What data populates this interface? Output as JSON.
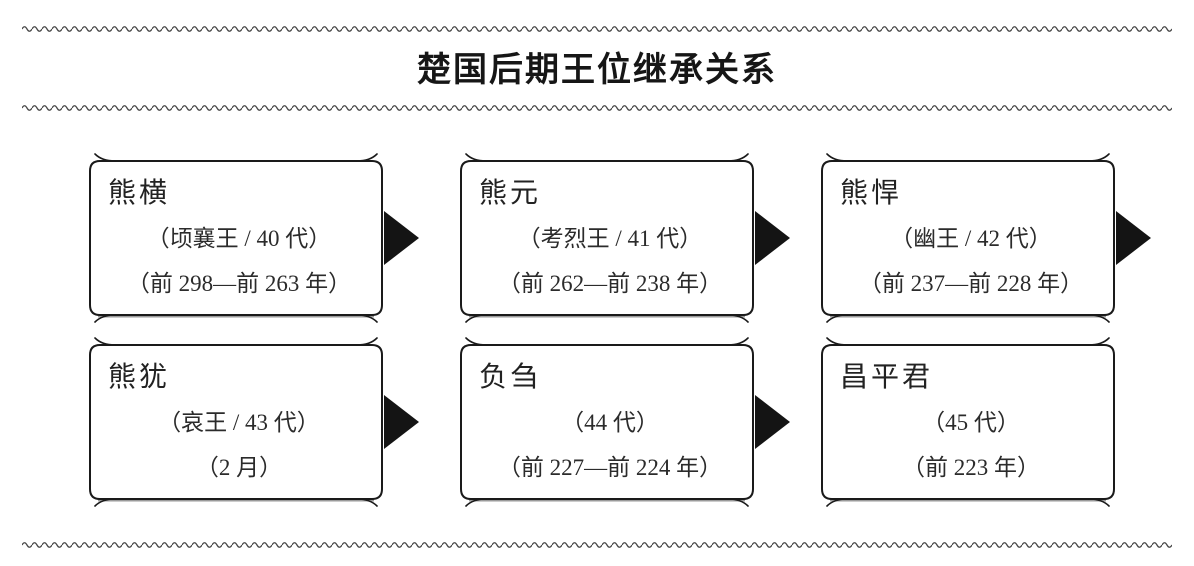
{
  "title": "楚国后期王位继承关系",
  "boxes": [
    {
      "name": "熊横",
      "title_line": "（顷襄王 / 40 代）",
      "dates_line": "（前 298—前 263 年）",
      "generation": 40,
      "has_arrow": true
    },
    {
      "name": "熊元",
      "title_line": "（考烈王 / 41 代）",
      "dates_line": "（前 262—前 238 年）",
      "generation": 41,
      "has_arrow": true
    },
    {
      "name": "熊悍",
      "title_line": "（幽王 / 42 代）",
      "dates_line": "（前 237—前 228 年）",
      "generation": 42,
      "has_arrow": true
    },
    {
      "name": "熊犹",
      "title_line": "（哀王 / 43 代）",
      "dates_line": "（2 月）",
      "generation": 43,
      "has_arrow": true
    },
    {
      "name": "负刍",
      "title_line": "（44 代）",
      "dates_line": "（前 227—前 224 年）",
      "generation": 44,
      "has_arrow": true
    },
    {
      "name": "昌平君",
      "title_line": "（45 代）",
      "dates_line": "（前 223 年）",
      "generation": 45,
      "has_arrow": false
    }
  ],
  "colors": {
    "ink": "#1f1f1f",
    "frame": "#1a1a1a",
    "wave": "#474747",
    "arrow": "#141414",
    "background": "#ffffff"
  }
}
